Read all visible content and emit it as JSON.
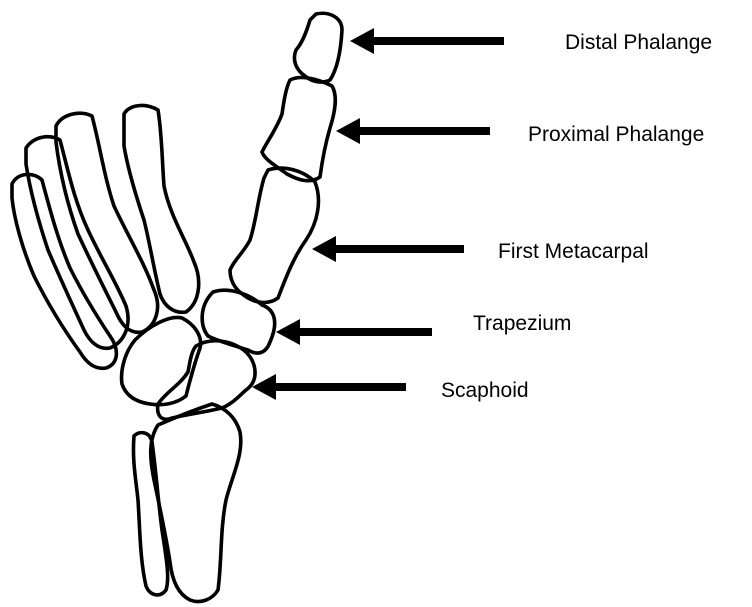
{
  "colors": {
    "line": "#000000",
    "background": "#ffffff"
  },
  "labels": {
    "distal_phalange": "Distal Phalange",
    "proximal_phalange": "Proximal Phalange",
    "first_metacarpal": "First Metacarpal",
    "trapezium": "Trapezium",
    "scaphoid": "Scaphoid"
  }
}
